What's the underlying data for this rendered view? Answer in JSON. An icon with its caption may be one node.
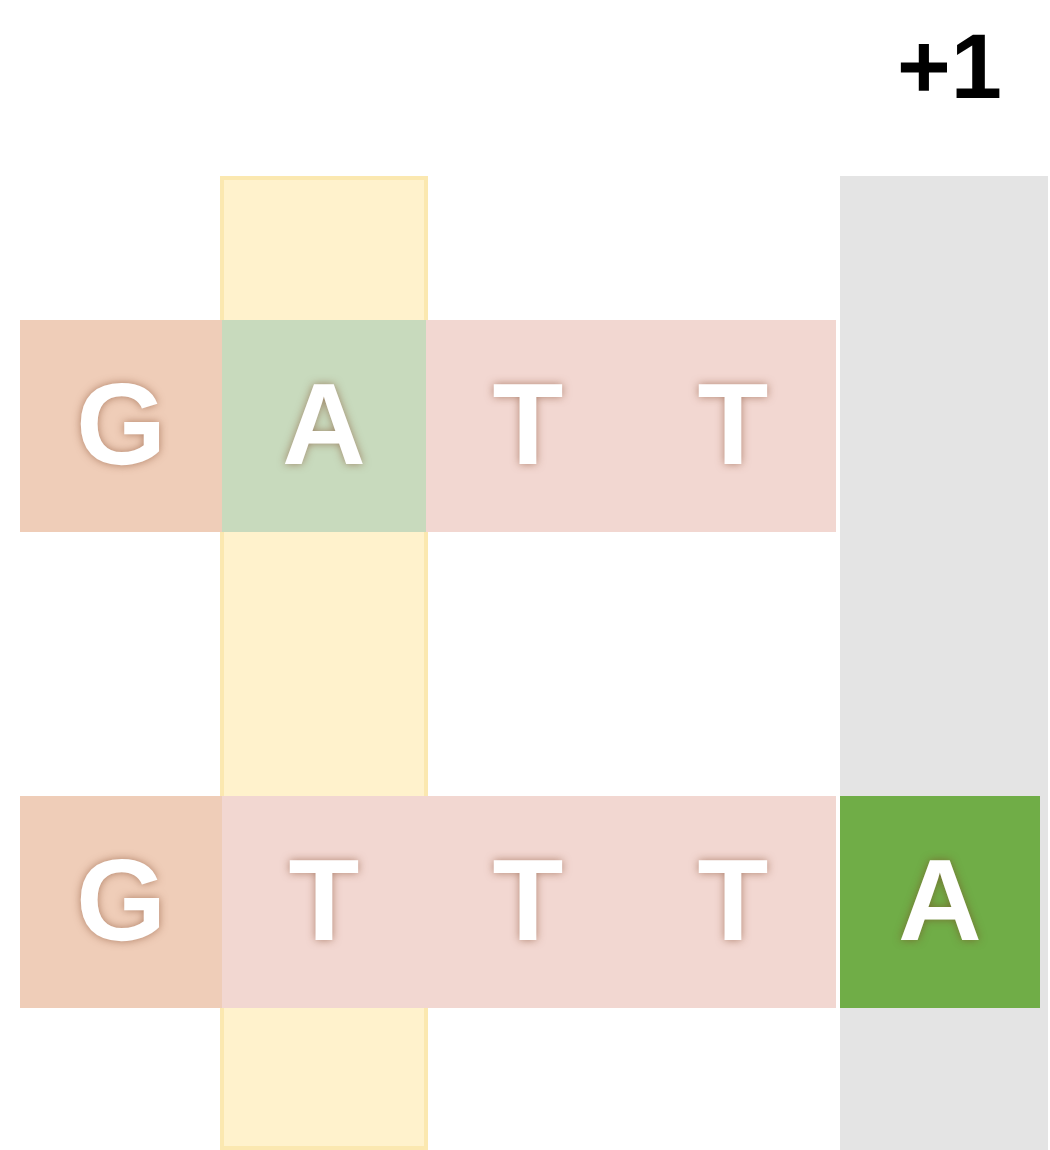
{
  "diagram": {
    "nodes": [
      {
        "text": [],
        "shape": "bar"
      },
      {
        "text": [],
        "shape": "bar"
      },
      {
        "text": [
          "G"
        ]
      },
      {
        "text": [
          "A"
        ],
        "in": 0
      },
      {
        "text": [
          "T"
        ]
      },
      {
        "text": [
          "T"
        ]
      },
      {
        "text": [
          "G"
        ]
      },
      {
        "text": [
          "T"
        ],
        "in": 0
      },
      {
        "text": [
          "T"
        ]
      },
      {
        "text": [
          "T"
        ]
      },
      {
        "text": [
          "A"
        ],
        "in": 1
      }
    ],
    "labels": [
      "+1"
    ]
  }
}
